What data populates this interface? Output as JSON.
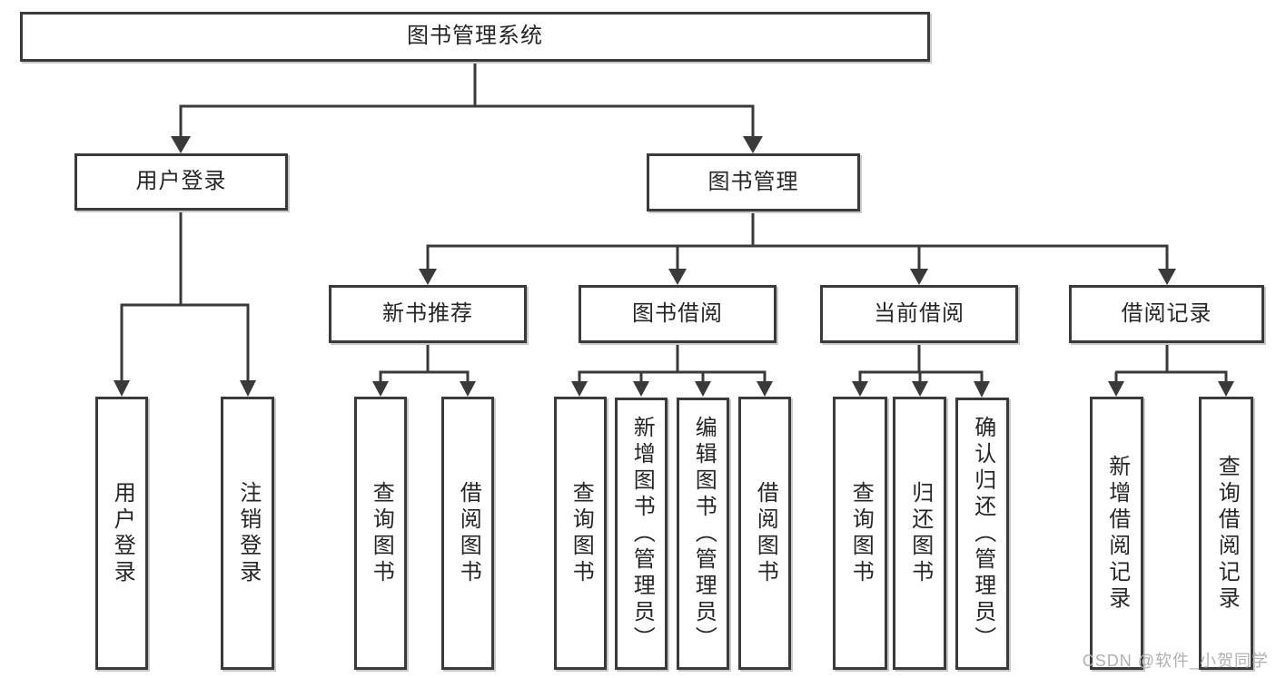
{
  "tree": {
    "root": {
      "label": "图书管理系统"
    },
    "user": {
      "label": "用户登录",
      "children": [
        "用户登录",
        "注销登录"
      ]
    },
    "mgmt": {
      "label": "图书管理",
      "sections": {
        "recommend": {
          "label": "新书推荐",
          "children": [
            "查询图书",
            "借阅图书"
          ]
        },
        "borrow": {
          "label": "图书借阅",
          "children": [
            "查询图书",
            "新增图书（管理员）",
            "编辑图书（管理员）",
            "借阅图书"
          ]
        },
        "current": {
          "label": "当前借阅",
          "children": [
            "查询图书",
            "归还图书",
            "确认归还（管理员）"
          ]
        },
        "records": {
          "label": "借阅记录",
          "children": [
            "新增借阅记录",
            "查询借阅记录"
          ]
        }
      }
    }
  },
  "watermark": "CSDN @软件_小贺同学",
  "colors": {
    "line": "#3a3a3a",
    "text": "#262626",
    "box_fill": "#ffffff",
    "box_shadow": "#c9c9c9",
    "watermark": "#b0b0b0",
    "background": "#ffffff"
  }
}
